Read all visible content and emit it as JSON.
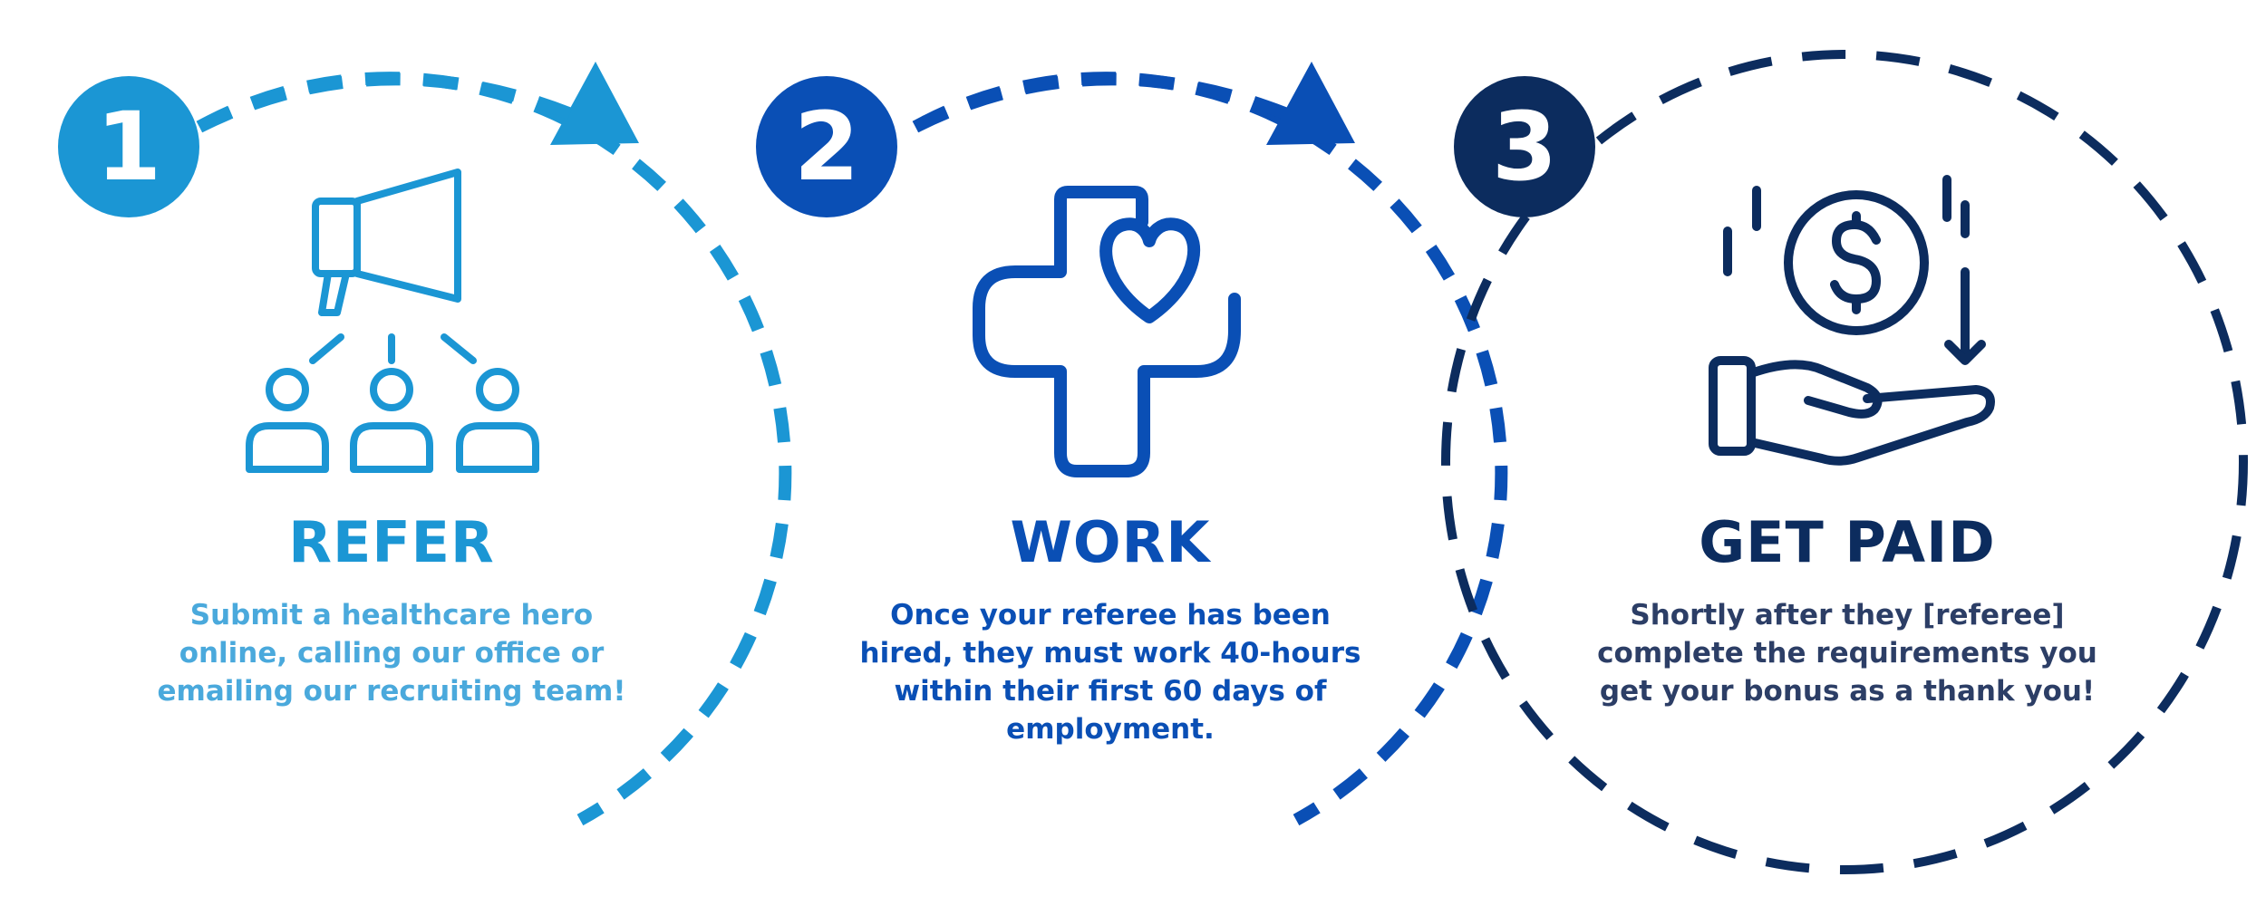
{
  "steps": [
    {
      "number": "1",
      "title": "REFER",
      "description": "Submit a healthcare hero online, calling our office or emailing our recruiting team!",
      "icon": "megaphone-people-icon",
      "color": "#1b96d4",
      "text_color": "#4aa9dc"
    },
    {
      "number": "2",
      "title": "WORK",
      "description": "Once your referee has been hired, they must work 40-hours within their first 60 days of employment.",
      "icon": "medical-cross-heart-icon",
      "color": "#0a4fb5",
      "text_color": "#0a4fb5"
    },
    {
      "number": "3",
      "title": "GET PAID",
      "description": "Shortly after they [referee] complete the requirements you get your bonus as a thank you!",
      "icon": "hand-receiving-coin-icon",
      "color": "#0c2c5e",
      "text_color": "#2c3e66"
    }
  ]
}
